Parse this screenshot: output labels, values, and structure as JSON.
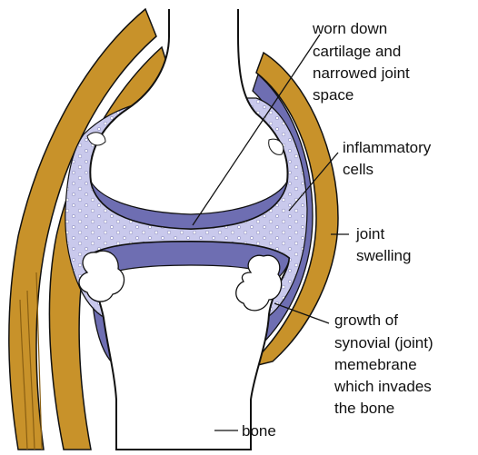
{
  "diagram": {
    "labels": {
      "cartilage": [
        "worn down",
        "cartilage and",
        "narrowed joint",
        "space"
      ],
      "inflammatory": [
        "inflammatory",
        "cells"
      ],
      "swelling": [
        "joint",
        "swelling"
      ],
      "synovial": [
        "growth of",
        "synovial (joint)",
        "memebrane",
        "which invades",
        "the bone"
      ],
      "bone": [
        "bone"
      ]
    },
    "colors": {
      "capsule": "#C8922A",
      "capsule_dark": "#8A5F12",
      "membrane": "#6E6EB2",
      "fluid": "#C9C9EC",
      "fluid_dots": "#ffffff",
      "bone_outline": "#111111",
      "growth": "#FFFFFF"
    }
  }
}
